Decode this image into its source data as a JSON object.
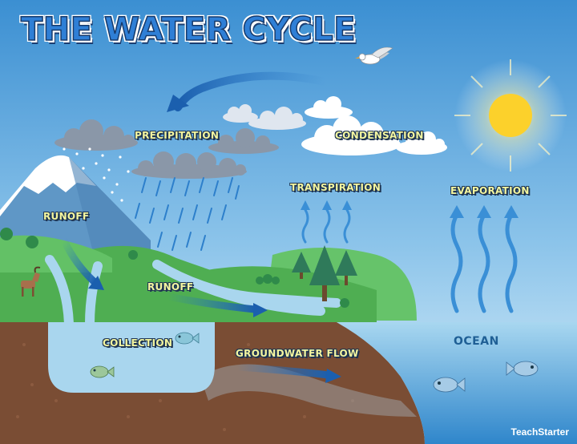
{
  "title": "THE WATER CYCLE",
  "labels": {
    "precipitation": "PRECIPITATION",
    "condensation": "CONDENSATION",
    "transpiration": "TRANSPIRATION",
    "evaporation": "EVAPORATION",
    "runoff_mountain": "RUNOFF",
    "runoff_valley": "RUNOFF",
    "collection": "COLLECTION",
    "groundwater_flow": "GROUNDWATER FLOW",
    "ocean": "OCEAN"
  },
  "brand": "TeachStarter",
  "colors": {
    "sky_top": "#3f93d4",
    "sky_bottom": "#d6ecf8",
    "sun": "#fbd02a",
    "water": "#a9d6ee",
    "deep_water": "#3a8fd0",
    "grass": "#5db85a",
    "earth": "#7a4e35",
    "arrow": "#1f6fc4",
    "label_text": "#f4f6a0"
  },
  "icons": [
    "sun-icon",
    "seagull-icon",
    "goat-icon",
    "fish-icon",
    "pine-tree-icon",
    "cloud-icon"
  ]
}
